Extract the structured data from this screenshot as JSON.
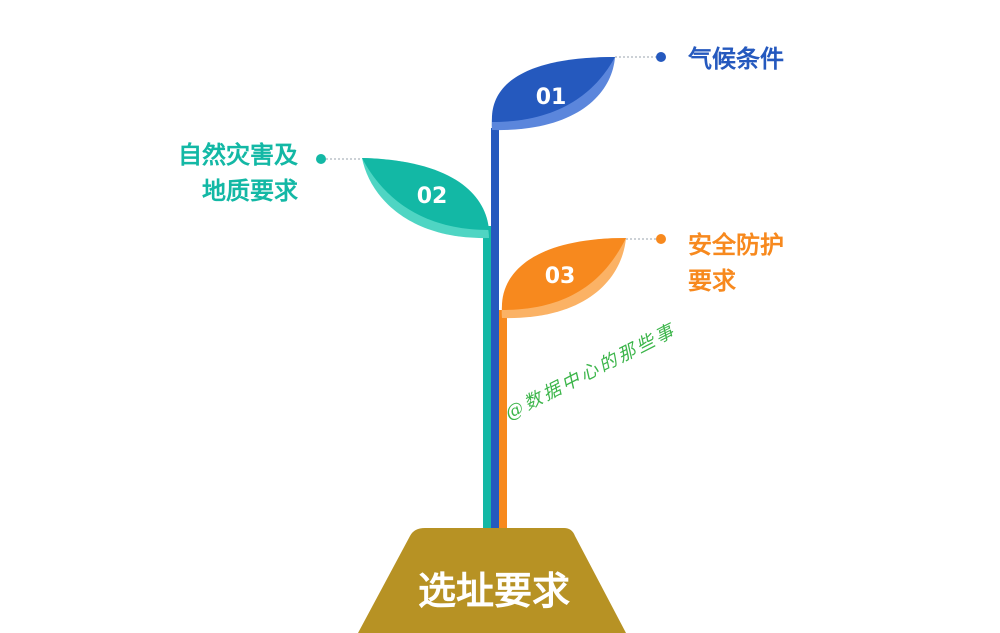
{
  "colors": {
    "blue": "#2559be",
    "blue_light": "#5b86dc",
    "teal": "#13b8a5",
    "teal_light": "#4fd5c3",
    "orange": "#f7891e",
    "orange_light": "#fbb265",
    "pot": "#b79224",
    "leader": "#9aa3ad",
    "watermark": "#3cb54a"
  },
  "base": {
    "title": "选址要求"
  },
  "leaves": [
    {
      "number": "01",
      "label_lines": [
        "气候条件"
      ],
      "color": "#2559be"
    },
    {
      "number": "02",
      "label_lines": [
        "自然灾害及",
        "地质要求"
      ],
      "color": "#13b8a5"
    },
    {
      "number": "03",
      "label_lines": [
        "安全防护",
        "要求"
      ],
      "color": "#f7891e"
    }
  ],
  "watermark": "@数据中心的那些事"
}
